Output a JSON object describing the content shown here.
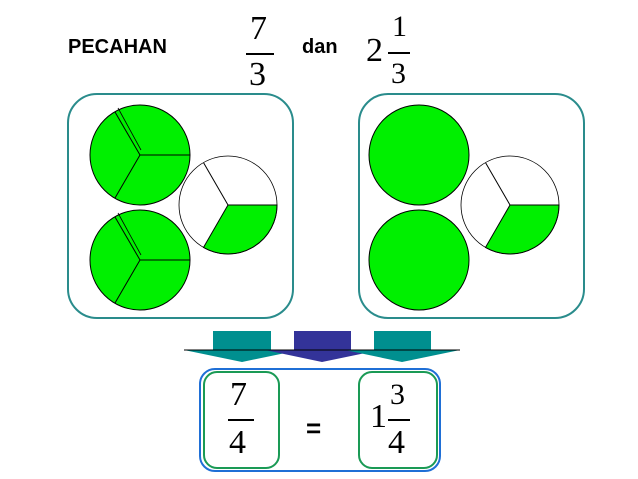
{
  "title": {
    "label": "PECAHAN",
    "connector": "dan"
  },
  "fraction_improper": {
    "numerator": "7",
    "denominator": "3"
  },
  "mixed_number": {
    "whole": "2",
    "numerator": "1",
    "denominator": "3"
  },
  "result": {
    "left": {
      "numerator": "7",
      "denominator": "4"
    },
    "equals": "=",
    "right": {
      "whole": "1",
      "numerator": "3",
      "denominator": "4"
    }
  },
  "colors": {
    "fill_green": "#00f000",
    "panel_border": "#2a8c8c",
    "arrow_teal": "#008f8f",
    "arrow_navy": "#333399",
    "result_border": "#1f6fd6",
    "result_inner_border": "#1a9a55"
  }
}
